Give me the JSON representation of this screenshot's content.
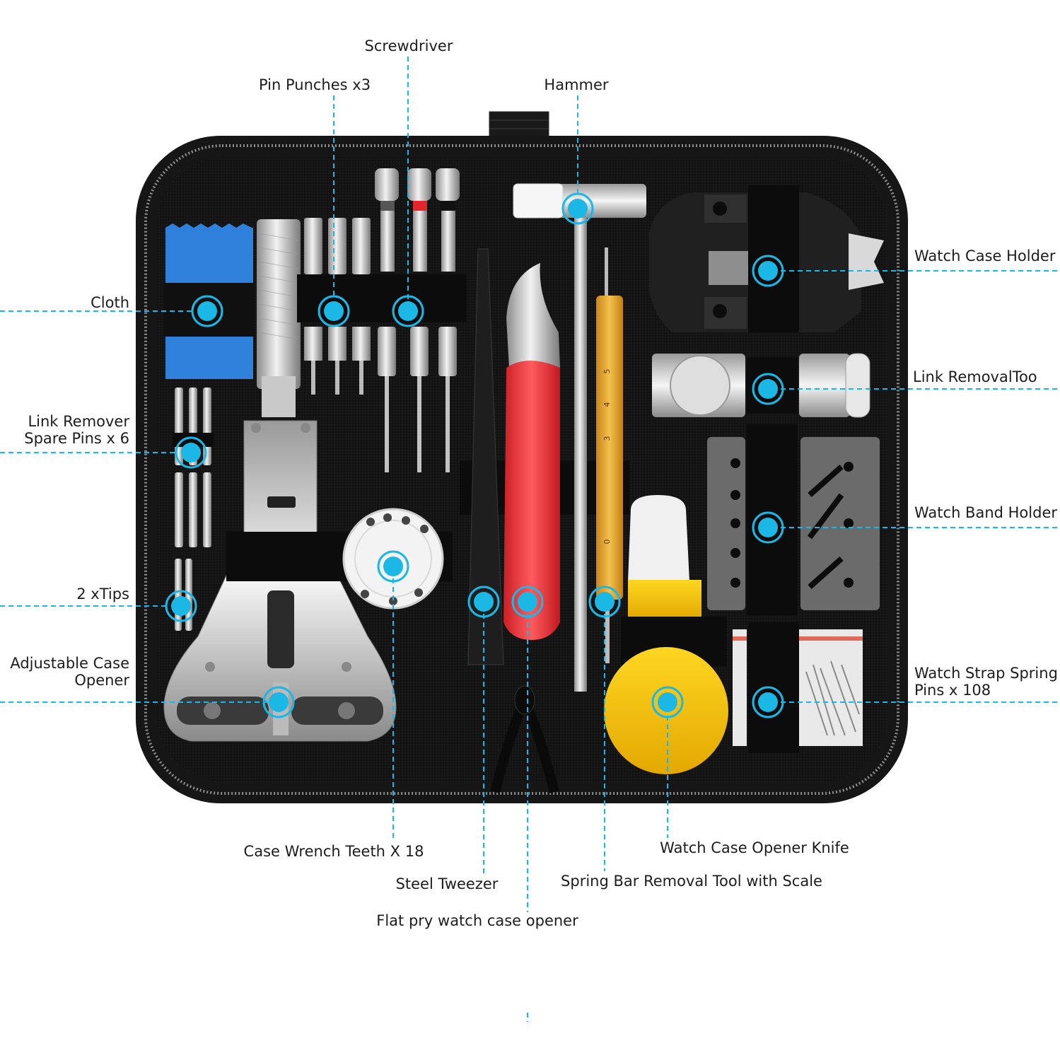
{
  "colors": {
    "accent": "#1bb8e6",
    "case": "#151515",
    "zipper": "#8a8a8a",
    "cloth": "#2f7fd8",
    "handle_red": "#e8353b",
    "blower_yellow": "#f6c90e",
    "gold": "#e7a52a"
  },
  "callouts": [
    {
      "id": "cloth",
      "text": "Cloth"
    },
    {
      "id": "link-pins",
      "lines": [
        "Link Remover",
        "Spare Pins x 6"
      ]
    },
    {
      "id": "tips",
      "text": "2 xTips"
    },
    {
      "id": "adj-case",
      "lines": [
        "Adjustable Case",
        "Opener"
      ]
    },
    {
      "id": "pin-punches",
      "text": "Pin Punches x3"
    },
    {
      "id": "screwdriver",
      "text": "Screwdriver"
    },
    {
      "id": "hammer",
      "text": "Hammer"
    },
    {
      "id": "case-holder",
      "text": "Watch Case Holder"
    },
    {
      "id": "link-tool",
      "text": "Link RemovalToo"
    },
    {
      "id": "band-holder",
      "text": "Watch Band Holder"
    },
    {
      "id": "spring-pins",
      "lines": [
        "Watch Strap Spring",
        "Pins x 108"
      ]
    },
    {
      "id": "wrench-teeth",
      "text": "Case Wrench Teeth X 18"
    },
    {
      "id": "tweezer",
      "text": "Steel Tweezer"
    },
    {
      "id": "flat-pry",
      "text": "Flat pry watch case opener"
    },
    {
      "id": "opener-knife",
      "text": "Watch Case Opener Knife"
    },
    {
      "id": "spring-bar",
      "text": "Spring Bar Removal Tool with Scale"
    }
  ],
  "scale_marks": [
    "5",
    "4",
    "3",
    "0"
  ]
}
